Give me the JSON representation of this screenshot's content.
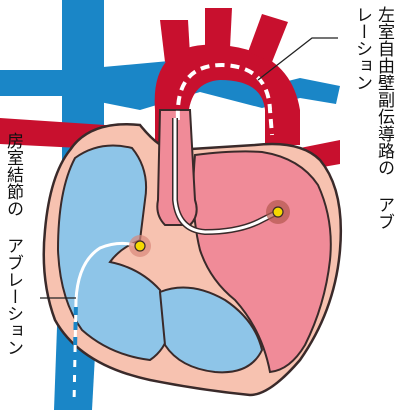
{
  "labels": {
    "right_line1": "左室自由壁副伝導路の",
    "right_line2": "アブレーション",
    "left_line1": "房室結節の",
    "left_line2": "アブレーション"
  },
  "colors": {
    "blue_vessel": "#1a86c7",
    "red_vessel": "#c8102e",
    "right_chamber": "#8ec5e8",
    "left_chamber": "#f08b98",
    "heart_wall": "#f7c2b0",
    "outline": "#3a2a2a",
    "catheter": "#ffffff",
    "electrode": "#f5d800"
  }
}
